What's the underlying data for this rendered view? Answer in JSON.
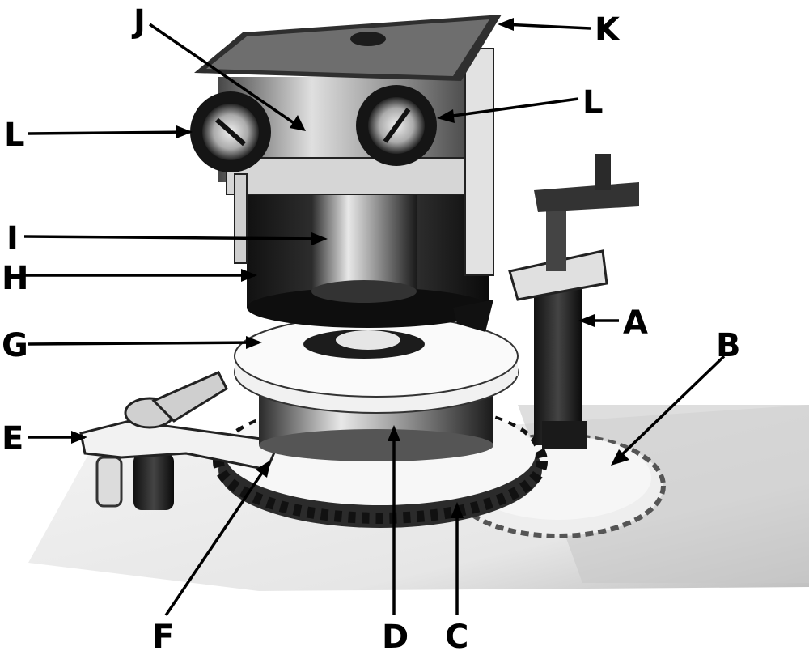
{
  "figure": {
    "callouts": [
      {
        "id": "A",
        "label": "A"
      },
      {
        "id": "B",
        "label": "B"
      },
      {
        "id": "C",
        "label": "C"
      },
      {
        "id": "D",
        "label": "D"
      },
      {
        "id": "E",
        "label": "E"
      },
      {
        "id": "F",
        "label": "F"
      },
      {
        "id": "G",
        "label": "G"
      },
      {
        "id": "H",
        "label": "H"
      },
      {
        "id": "I",
        "label": "I"
      },
      {
        "id": "J",
        "label": "J"
      },
      {
        "id": "K",
        "label": "K"
      },
      {
        "id": "L1",
        "label": "L"
      },
      {
        "id": "L2",
        "label": "L"
      }
    ],
    "colors": {
      "ink": "#000000",
      "paper": "#ffffff",
      "metal_dark": "#1a1a1a",
      "metal_mid": "#7a7a7a",
      "metal_light": "#d9d9d9"
    }
  }
}
